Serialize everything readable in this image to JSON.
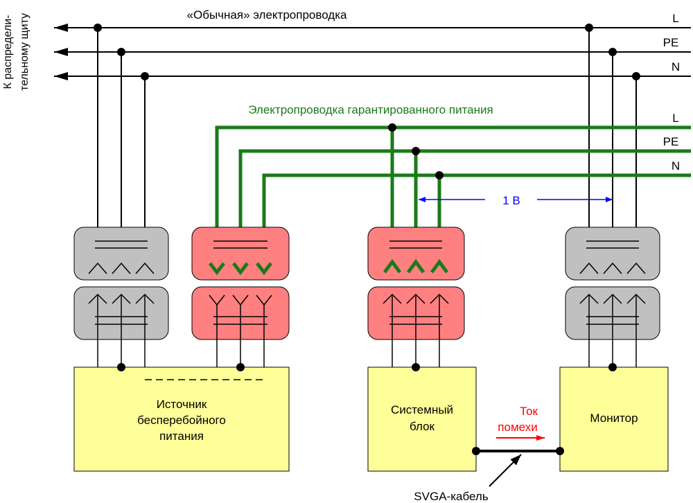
{
  "labels": {
    "side_text_line1": "К распредели-",
    "side_text_line2": "тельному щиту",
    "ordinary_wiring_title": "«Обычная» электропроводка",
    "guaranteed_wiring_title": "Электропроводка гарантированного питания",
    "ordinary_L": "L",
    "ordinary_PE": "PE",
    "ordinary_N": "N",
    "guaranteed_L": "L",
    "guaranteed_PE": "PE",
    "guaranteed_N": "N",
    "voltage_1v": "1 В",
    "ups_line1": "Источник",
    "ups_line2": "бесперебойного",
    "ups_line3": "питания",
    "pc_line1": "Системный",
    "pc_line2": "блок",
    "monitor": "Монитор",
    "noise_line1": "Ток",
    "noise_line2": "помехи",
    "svga_cable": "SVGA-кабель"
  },
  "colors": {
    "ordinary_wire": "#000000",
    "guaranteed_wire": "#1a7a1a",
    "gray_connector": "#c0c0c0",
    "red_connector": "#ff8080",
    "device_box": "#ffff99",
    "voltage_arrow": "#0000ff",
    "noise_current": "#ff0000"
  }
}
